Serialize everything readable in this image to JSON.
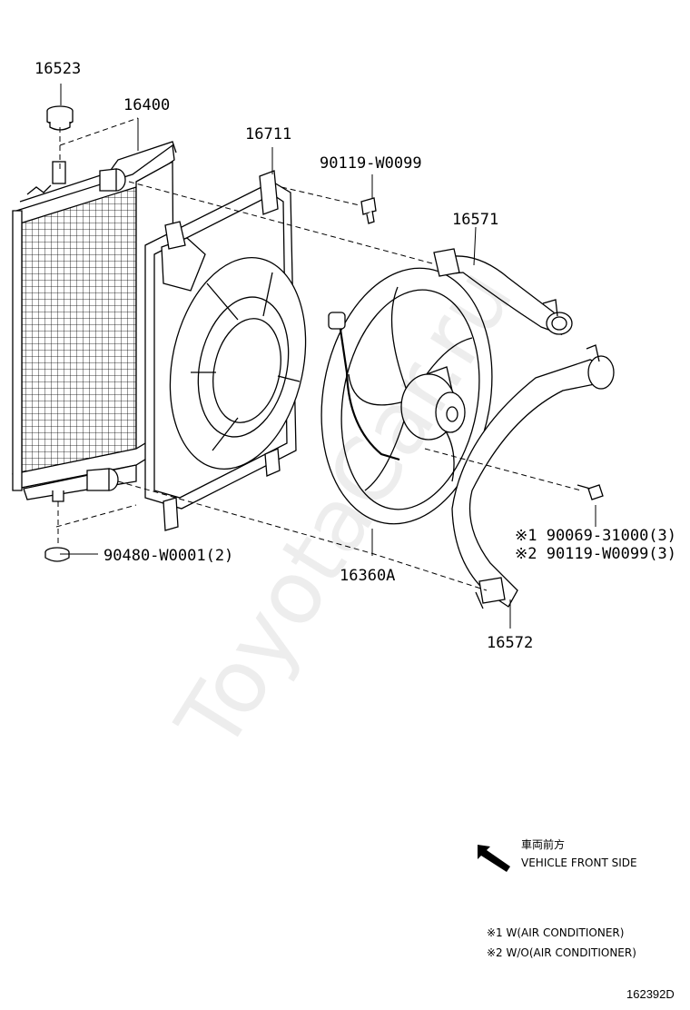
{
  "labels": {
    "p16523": "16523",
    "p16400": "16400",
    "p16711": "16711",
    "p90119a": "90119-W0099",
    "p16571": "16571",
    "p90069": "※1 90069-31000(3)",
    "p90119b": "※2 90119-W0099(3)",
    "p90480": "90480-W0001(2)",
    "p16360A": "16360A",
    "p16572": "16572"
  },
  "front": {
    "jp": "車両前方",
    "en": "VEHICLE FRONT SIDE"
  },
  "legend": {
    "n1": "※1 W(AIR CONDITIONER)",
    "n2": "※2 W/O(AIR CONDITIONER)"
  },
  "diagram_code": "162392D",
  "watermark": "ToyotaCar.ru"
}
